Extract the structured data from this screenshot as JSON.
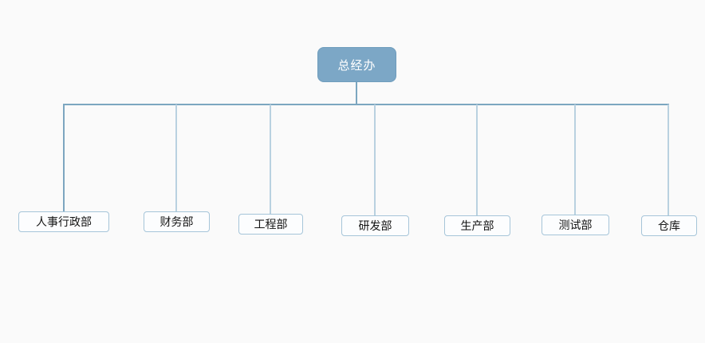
{
  "diagram": {
    "type": "org-chart-tree",
    "root": {
      "label": "总经办"
    },
    "children": [
      {
        "label": "人事行政部"
      },
      {
        "label": "财务部"
      },
      {
        "label": "工程部"
      },
      {
        "label": "研发部"
      },
      {
        "label": "生产部"
      },
      {
        "label": "测试部"
      },
      {
        "label": "仓库"
      }
    ],
    "colors": {
      "background": "#fafafa",
      "root_fill": "#7ca7c6",
      "root_border": "#6f9dbd",
      "root_text": "#ffffff",
      "bus_line": "#7ca6c0",
      "drop_line": "#b9d1e0",
      "leaf_fill": "#fcfdfe",
      "leaf_border": "#a6c5d9",
      "leaf_text": "#141414"
    }
  }
}
